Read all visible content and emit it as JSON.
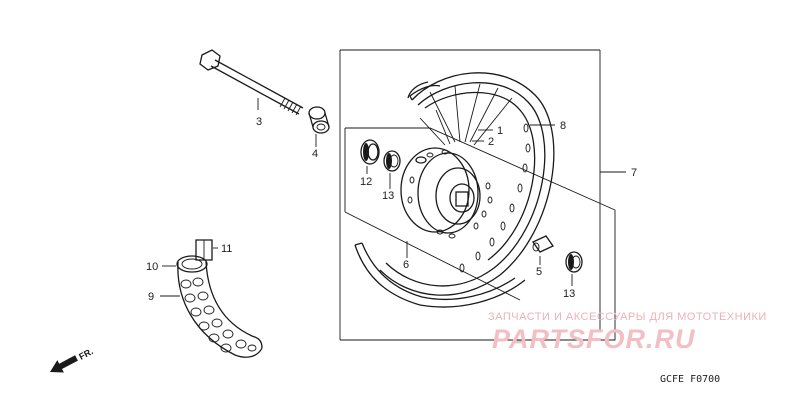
{
  "callouts": {
    "c1": "1",
    "c2": "2",
    "c3": "3",
    "c4": "4",
    "c5": "5",
    "c6": "6",
    "c7": "7",
    "c8": "8",
    "c9": "9",
    "c10": "10",
    "c11": "11",
    "c12": "12",
    "c13a": "13",
    "c13b": "13"
  },
  "direction_arrow_label": "FR.",
  "watermark": {
    "top_line": "ЗАПЧАСТИ И АКСЕССУАРЫ ДЛЯ МОТОТЕХНИКИ",
    "brand": "PARTSFOR.RU"
  },
  "diagram_code": "GCFE  F0700",
  "colors": {
    "line": "#1a1a1a",
    "watermark": "#f2c0c4",
    "background": "#ffffff"
  }
}
